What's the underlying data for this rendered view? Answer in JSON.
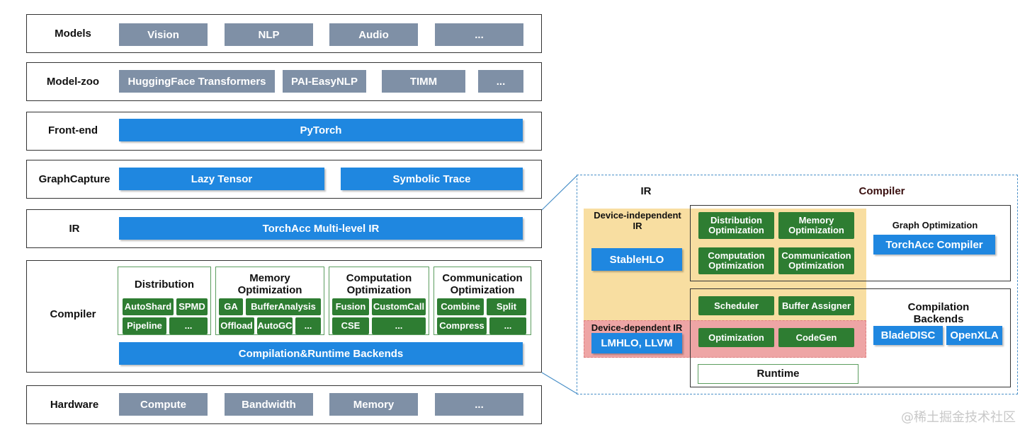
{
  "layers": {
    "models": {
      "label": "Models",
      "items": [
        "Vision",
        "NLP",
        "Audio",
        "..."
      ]
    },
    "model_zoo": {
      "label": "Model-zoo",
      "items": [
        "HuggingFace Transformers",
        "PAI-EasyNLP",
        "TIMM",
        "..."
      ]
    },
    "front_end": {
      "label": "Front-end",
      "items": [
        "PyTorch"
      ]
    },
    "graph_capture": {
      "label": "GraphCapture",
      "items": [
        "Lazy Tensor",
        "Symbolic Trace"
      ]
    },
    "ir": {
      "label": "IR",
      "items": [
        "TorchAcc Multi-level IR"
      ]
    },
    "compiler": {
      "label": "Compiler",
      "groups": [
        {
          "title": "Distribution",
          "items": [
            "AutoShard",
            "SPMD",
            "Pipeline",
            "..."
          ]
        },
        {
          "title": "Memory Optimization",
          "items": [
            "GA",
            "BufferAnalysis",
            "Offload",
            "AutoGC",
            "..."
          ]
        },
        {
          "title": "Computation Optimization",
          "items": [
            "Fusion",
            "CustomCall",
            "CSE",
            "..."
          ]
        },
        {
          "title": "Communication Optimization",
          "items": [
            "Combine",
            "Split",
            "Compress",
            "..."
          ]
        }
      ],
      "backend": "Compilation&Runtime Backends"
    },
    "hardware": {
      "label": "Hardware",
      "items": [
        "Compute",
        "Bandwidth",
        "Memory",
        "..."
      ]
    }
  },
  "detail": {
    "ir_heading": "IR",
    "compiler_heading": "Compiler",
    "device_independent_label": "Device-independent IR",
    "device_independent_ir": "StableHLO",
    "device_dependent_label": "Device-dependent IR",
    "device_dependent_ir": "LMHLO, LLVM",
    "graph_opt_items": [
      "Distribution Optimization",
      "Memory Optimization",
      "Computation Optimization",
      "Communication Optimization"
    ],
    "graph_opt_title": "Graph Optimization",
    "graph_opt_compiler": "TorchAcc Compiler",
    "backend_items": [
      "Scheduler",
      "Buffer Assigner",
      "Optimization",
      "CodeGen"
    ],
    "runtime": "Runtime",
    "backends_title": "Compilation Backends",
    "backends": [
      "BladeDISC",
      "OpenXLA"
    ]
  },
  "watermark": "@稀土掘金技术社区",
  "colors": {
    "gray": "#7f90a6",
    "blue": "#1f87e0",
    "green": "#2e7d32",
    "yellow": "#f8dea1",
    "red": "#eea5a5"
  }
}
